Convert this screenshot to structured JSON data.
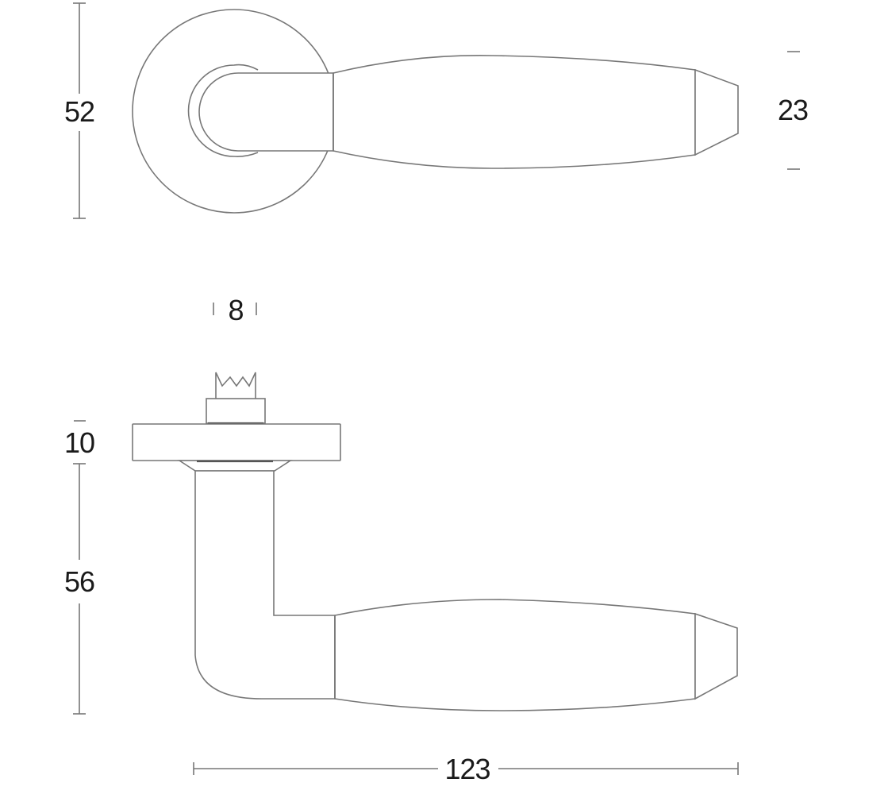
{
  "diagram": {
    "subject": "Door lever handle on round rose — technical drawing",
    "line_color": "#777777",
    "text_color": "#1a1a1a",
    "units": "mm",
    "views": [
      {
        "name": "front-view",
        "dimensions": {
          "rose_diameter": "52",
          "grip_height": "23"
        }
      },
      {
        "name": "side-view",
        "dimensions": {
          "spindle_width": "8",
          "rose_thickness": "10",
          "projection": "56",
          "lever_length": "123"
        }
      }
    ]
  }
}
